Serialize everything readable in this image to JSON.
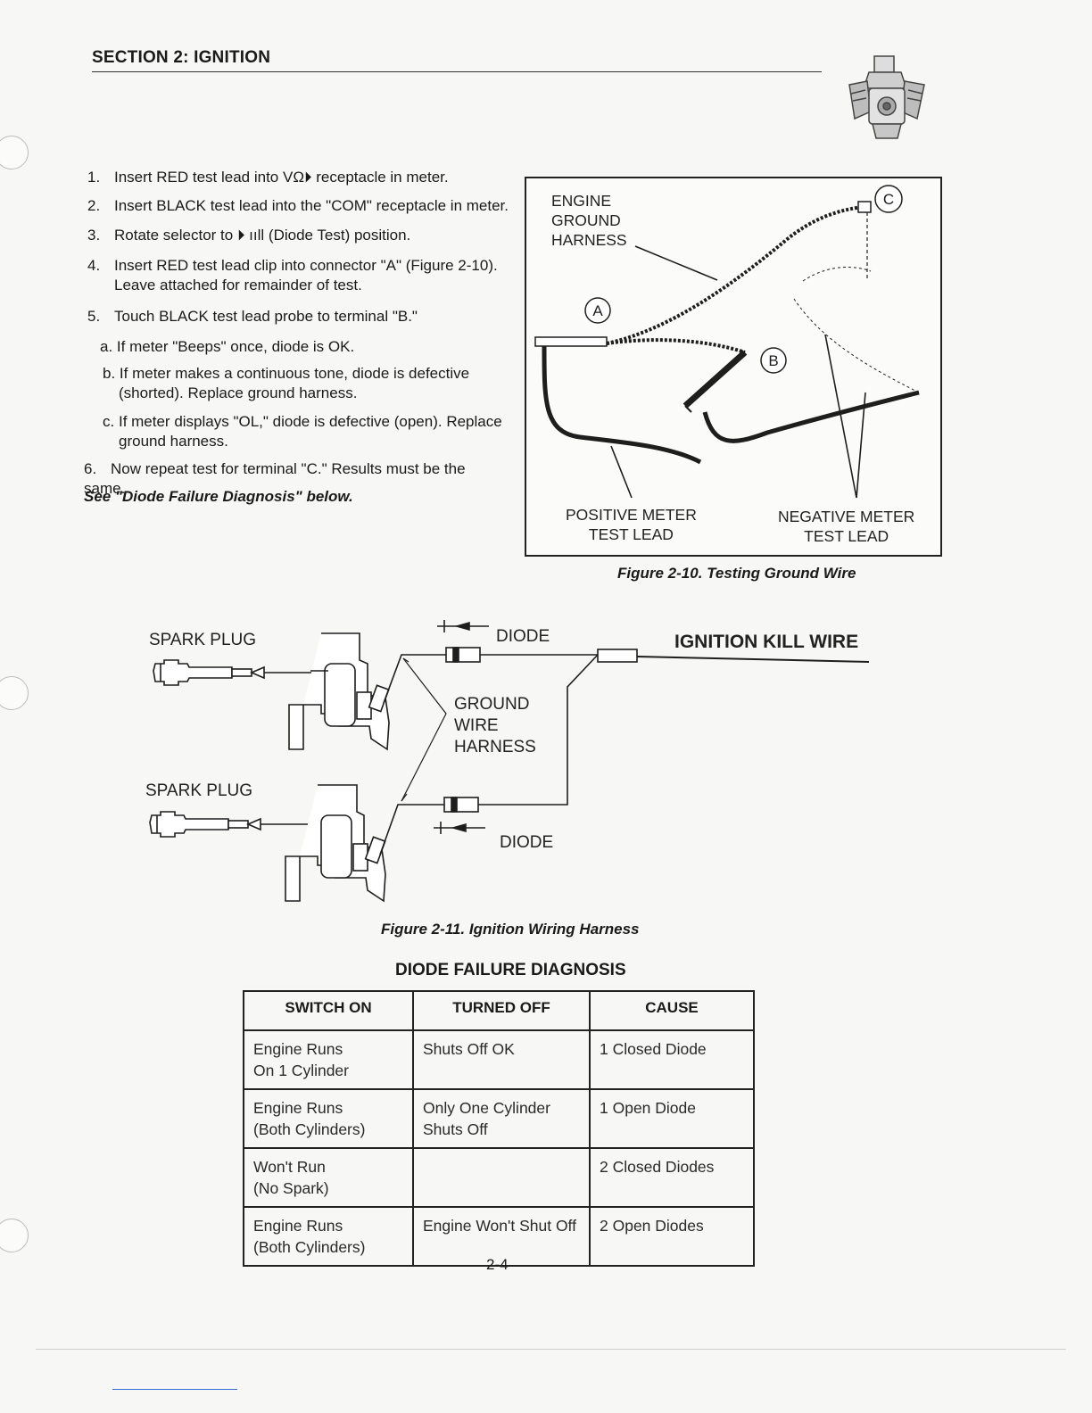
{
  "header": {
    "section": "SECTION 2: IGNITION",
    "engine_icon": "engine-illustration-icon"
  },
  "steps": [
    {
      "num": "1.",
      "text": "Insert RED test lead into VΩ⏵ receptacle in meter."
    },
    {
      "num": "2.",
      "text": "Insert BLACK test lead into the \"COM\" receptacle in meter."
    },
    {
      "num": "3.",
      "text": "Rotate selector to ⏵ ııll (Diode Test) position."
    },
    {
      "num": "4.",
      "text": "Insert RED test lead clip into connector \"A\" (Figure 2-10).",
      "text2": "Leave attached for remainder of test."
    },
    {
      "num": "5.",
      "text": "Touch BLACK test lead probe to terminal \"B.\""
    },
    {
      "num": "6.",
      "text": "Now repeat test for terminal \"C.\" Results must be the same."
    }
  ],
  "substeps": [
    {
      "label": "a.",
      "text": "If meter \"Beeps\" once, diode is OK."
    },
    {
      "label": "b.",
      "text": "If meter makes a continuous tone, diode is defective",
      "text2": "(shorted). Replace ground harness."
    },
    {
      "label": "c.",
      "text": "If meter displays \"OL,\" diode is defective (open). Replace",
      "text2": "ground harness."
    }
  ],
  "see_note": "See \"Diode Failure Diagnosis\" below.",
  "figure_10": {
    "label_engine": [
      "ENGINE",
      "GROUND",
      "HARNESS"
    ],
    "marker_a": "A",
    "marker_b": "B",
    "marker_c": "C",
    "label_positive": [
      "POSITIVE METER",
      "TEST LEAD"
    ],
    "label_negative": [
      "NEGATIVE METER",
      "TEST LEAD"
    ],
    "caption": "Figure 2-10. Testing Ground Wire"
  },
  "figure_11": {
    "spark_plug_top": "SPARK PLUG",
    "spark_plug_bottom": "SPARK PLUG",
    "diode_top": "DIODE",
    "diode_bottom": "DIODE",
    "kill_wire": "IGNITION KILL WIRE",
    "ground_wire": [
      "GROUND",
      "WIRE",
      "HARNESS"
    ],
    "caption": "Figure 2-11. Ignition Wiring Harness"
  },
  "table": {
    "title": "DIODE FAILURE DIAGNOSIS",
    "headers": [
      "SWITCH ON",
      "TURNED OFF",
      "CAUSE"
    ],
    "rows": [
      {
        "switch_on": [
          "Engine Runs",
          "On 1 Cylinder"
        ],
        "turned_off": [
          "Shuts Off OK",
          ""
        ],
        "cause": "1 Closed Diode"
      },
      {
        "switch_on": [
          "Engine Runs",
          "(Both Cylinders)"
        ],
        "turned_off": [
          "Only One Cylinder",
          "Shuts Off"
        ],
        "cause": "1 Open Diode"
      },
      {
        "switch_on": [
          "Won't Run",
          "(No Spark)"
        ],
        "turned_off": [
          "",
          ""
        ],
        "cause": "2 Closed Diodes"
      },
      {
        "switch_on": [
          "Engine Runs",
          "(Both Cylinders)"
        ],
        "turned_off": [
          "Engine Won't Shut Off",
          ""
        ],
        "cause": "2 Open Diodes"
      }
    ]
  },
  "page_number": "2-4"
}
